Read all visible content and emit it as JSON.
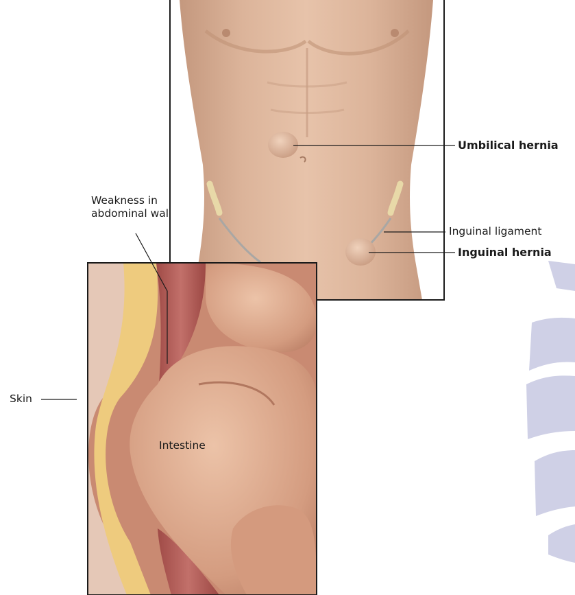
{
  "labels": {
    "umbilical_hernia": "Umbilical hernia",
    "weakness": "Weakness in\nabdominal wall",
    "inguinal_ligament": "Inguinal ligament",
    "inguinal_hernia": "Inguinal hernia",
    "skin": "Skin",
    "intestine": "Intestine"
  },
  "colors": {
    "skin_tone": "#dcb49a",
    "muscle": "#b9605c",
    "fat": "#eecb7e",
    "intestine": "#d9a488",
    "watermark": "#cfd0e6",
    "frame": "#1a1a1a"
  }
}
